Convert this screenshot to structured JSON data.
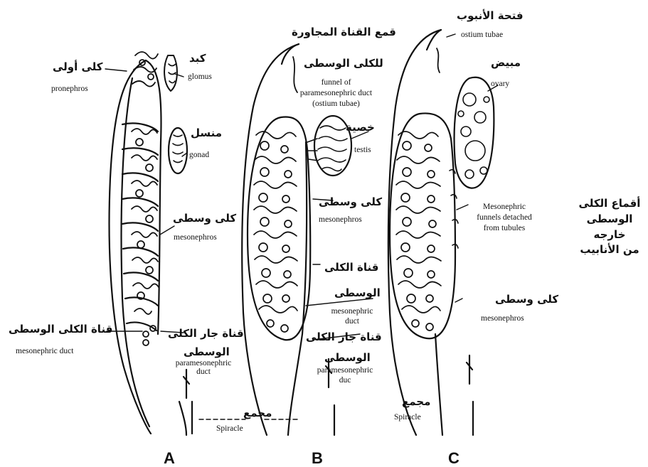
{
  "panels": [
    "A",
    "B",
    "C"
  ],
  "labels": {
    "A": {
      "kidney_first_ar": "كلى أولى",
      "pronephros": "pronephros",
      "liver_ar": "كبد",
      "glomus": "glomus",
      "gonad_ar": "منسل",
      "gonad": "gonad",
      "mesonephros_ar": "كلى وسطى",
      "mesonephros": "mesonephros",
      "mesonephric_duct_ar": "قناة الكلى الوسطى",
      "mesonephric_duct": "mesonephric duct",
      "paramesonephric_ar_1": "قناة جار الكلى",
      "paramesonephric_ar_2": "الوسطى",
      "paramesonephric_1": "paramesonephric",
      "paramesonephric_2": "duct",
      "spiracle_ar": "مجمع",
      "spiracle": "Spiracle"
    },
    "B": {
      "funnel_ar_1": "قمع القناة المجاورة",
      "funnel_ar_2": "للكلى الوسطى",
      "funnel_1": "funnel of",
      "funnel_2": "paramesonephric duct",
      "funnel_3": "(ostium tubae)",
      "testis_ar": "خصية",
      "testis": "testis",
      "mesonephros_ar": "كلى وسطى",
      "mesonephros": "mesonephros",
      "mesonephric_duct_ar_1": "قناة الكلى",
      "mesonephric_duct_ar_2": "الوسطى",
      "mesonephric_duct_1": "mesonephric",
      "mesonephric_duct_2": "duct",
      "paramesonephric_ar_1": "قناة جار الكلى",
      "paramesonephric_ar_2": "الوسطى",
      "paramesonephric_1": "paramesonephric",
      "paramesonephric_2": "duc",
      "spiracle_ar": "مجمع",
      "spiracle": "Spiracle"
    },
    "C": {
      "ostium_ar": "فتحة الأنبوب",
      "ostium": "ostium tubae",
      "ovary_ar": "مبيض",
      "ovary": "ovary",
      "funnels_detached_1": "Mesonephric",
      "funnels_detached_2": "funnels detached",
      "funnels_detached_3": "from tubules",
      "funnels_ar_1": "أقماع الكلى",
      "funnels_ar_2": "الوسطى خارجه",
      "funnels_ar_3": "من الأنابيب",
      "mesonephros_ar": "كلى وسطى",
      "mesonephros": "mesonephros"
    }
  },
  "colors": {
    "ink": "#111111",
    "background": "#ffffff"
  }
}
